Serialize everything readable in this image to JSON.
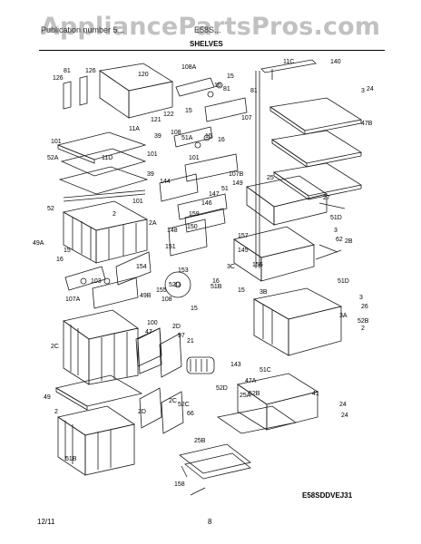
{
  "watermark": "AppliancePartsPros.com",
  "header": {
    "left": "Publication number 5...",
    "middle": "E58S...",
    "title": "SHELVES"
  },
  "parts": [
    "126",
    "81",
    "126",
    "120",
    "108A",
    "81",
    "15",
    "16",
    "122",
    "15",
    "121",
    "107",
    "11C",
    "140",
    "24",
    "81",
    "11A",
    "39",
    "51A",
    "16",
    "101",
    "11D",
    "101",
    "52A",
    "39",
    "107B",
    "108",
    "15",
    "101",
    "144",
    "149",
    "147",
    "51",
    "52",
    "101",
    "2",
    "146",
    "159",
    "2A",
    "148",
    "150",
    "157",
    "51D",
    "3",
    "62",
    "49A",
    "151",
    "145",
    "153",
    "156",
    "52D",
    "3C",
    "2B",
    "154",
    "155",
    "108",
    "15",
    "16",
    "103",
    "16",
    "15",
    "15",
    "107A",
    "51B",
    "49B",
    "100",
    "47",
    "143",
    "51D",
    "3",
    "26",
    "3A",
    "52B",
    "2",
    "2C",
    "2D",
    "97",
    "21",
    "52D",
    "25A",
    "51C",
    "47A",
    "41",
    "52B",
    "49",
    "2",
    "51B",
    "2C",
    "2D",
    "52C",
    "66",
    "25B",
    "158",
    "25",
    "27",
    "3B",
    "24",
    "24",
    "3",
    "47B"
  ],
  "diagram_code": "E58SDDVEJ31",
  "footer": {
    "date": "12/11",
    "page": "8"
  }
}
